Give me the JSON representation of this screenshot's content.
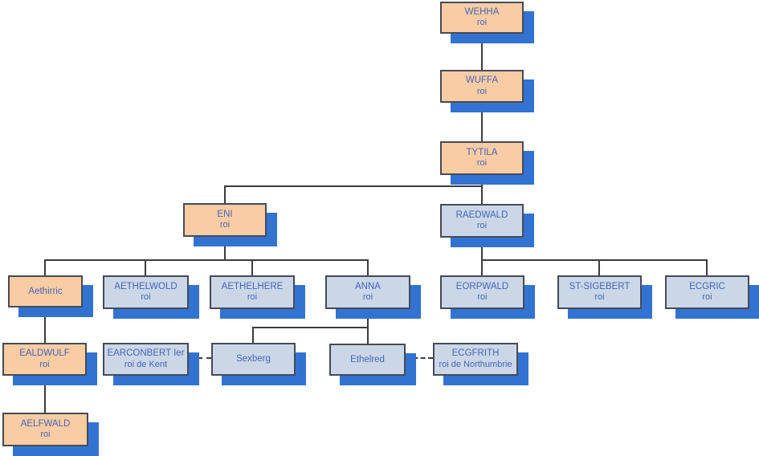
{
  "colors": {
    "royal_fill": "#F9CCA3",
    "member_fill": "#CBD7E6",
    "shadow": "#3273D2",
    "border": "#454B56",
    "text": "#4365BB",
    "line": "#3C3C3C"
  },
  "nodes": {
    "wehha": {
      "name": "WEHHA",
      "subtitle": "roi"
    },
    "wuffa": {
      "name": "WUFFA",
      "subtitle": "roi"
    },
    "tytila": {
      "name": "TYTILA",
      "subtitle": "roi"
    },
    "eni": {
      "name": "ENI",
      "subtitle": "roi"
    },
    "raedwald": {
      "name": "RAEDWALD",
      "subtitle": "roi"
    },
    "aethirric": {
      "name": "Aethirric",
      "subtitle": ""
    },
    "aethelwold": {
      "name": "AETHELWOLD",
      "subtitle": "roi"
    },
    "aethelhere": {
      "name": "AETHELHERE",
      "subtitle": "roi"
    },
    "anna": {
      "name": "ANNA",
      "subtitle": "roi"
    },
    "eorpwald": {
      "name": "EORPWALD",
      "subtitle": "roi"
    },
    "stsigebert": {
      "name": "ST-SIGEBERT",
      "subtitle": "roi"
    },
    "ecgric": {
      "name": "ECGRIC",
      "subtitle": "roi"
    },
    "ealdwulf": {
      "name": "EALDWULF",
      "subtitle": "roi"
    },
    "earconbert": {
      "name": "EARCONBERT Ier",
      "subtitle": "roi de Kent"
    },
    "sexberg": {
      "name": "Sexberg",
      "subtitle": ""
    },
    "ethelred": {
      "name": "Ethelred",
      "subtitle": ""
    },
    "ecgfrith": {
      "name": "ECGFRITH",
      "subtitle": "roi de Northumbrie"
    },
    "aelfwald": {
      "name": "AELFWALD",
      "subtitle": "roi"
    }
  }
}
